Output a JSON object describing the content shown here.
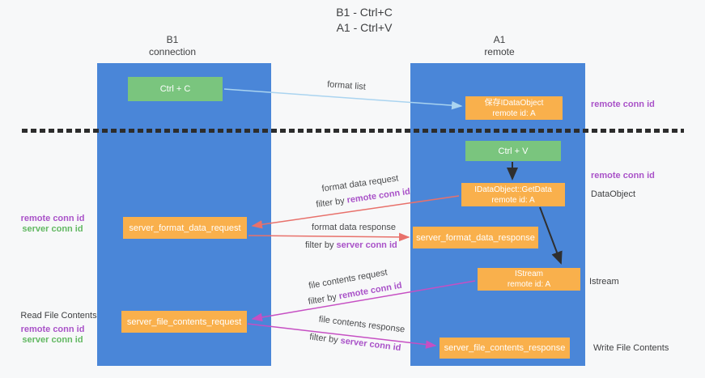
{
  "title": {
    "line1": "B1 - Ctrl+C",
    "line2": "A1 - Ctrl+V"
  },
  "columns": {
    "left": {
      "name": "B1",
      "role": "connection"
    },
    "right": {
      "name": "A1",
      "role": "remote"
    }
  },
  "boxes": {
    "ctrl_c": {
      "label": "Ctrl + C"
    },
    "save_idataobject": {
      "line1": "保存IDataObject",
      "line2": "remote id: A"
    },
    "ctrl_v": {
      "label": "Ctrl + V"
    },
    "getdata": {
      "line1": "IDataObject::GetData",
      "line2": "remote id: A"
    },
    "format_request": {
      "label": "server_format_data_request"
    },
    "format_response": {
      "label": "server_format_data_response"
    },
    "istream": {
      "line1": "IStream",
      "line2": "remote id: A"
    },
    "file_request": {
      "label": "server_file_contents_request"
    },
    "file_response": {
      "label": "server_file_contents_response"
    }
  },
  "arrows": {
    "format_list": {
      "label": "format list"
    },
    "format_data_request": {
      "label": "format data request",
      "filter_prefix": "filter by",
      "filter_id": "remote conn id"
    },
    "format_data_response": {
      "label": "format data response",
      "filter_prefix": "filter by",
      "filter_id": "server conn id"
    },
    "file_contents_request": {
      "label": "file contents request",
      "filter_prefix": "filter by",
      "filter_id": "remote conn id"
    },
    "file_contents_response": {
      "label": "file contents response",
      "filter_prefix": "filter by",
      "filter_id": "server conn id"
    }
  },
  "side_labels": {
    "right_remote_top": "remote conn id",
    "right_remote_mid": "remote conn id",
    "right_dataobject": "DataObject",
    "right_istream": "Istream",
    "right_write_file": "Write File Contents",
    "left_mid_remote": "remote conn id",
    "left_mid_server": "server conn id",
    "left_read_file": "Read File Contents",
    "left_bottom_remote": "remote conn id",
    "left_bottom_server": "server conn id"
  },
  "colors": {
    "column_blue": "#4a86d8",
    "box_green": "#7ac57e",
    "box_orange": "#f9b04c",
    "arrow_light_blue": "#aad4f0",
    "arrow_red": "#e8716b",
    "arrow_magenta": "#c64fc3",
    "arrow_black": "#2f2f2f",
    "conn_id_purple": "#a952c8",
    "conn_id_green": "#62b862"
  }
}
